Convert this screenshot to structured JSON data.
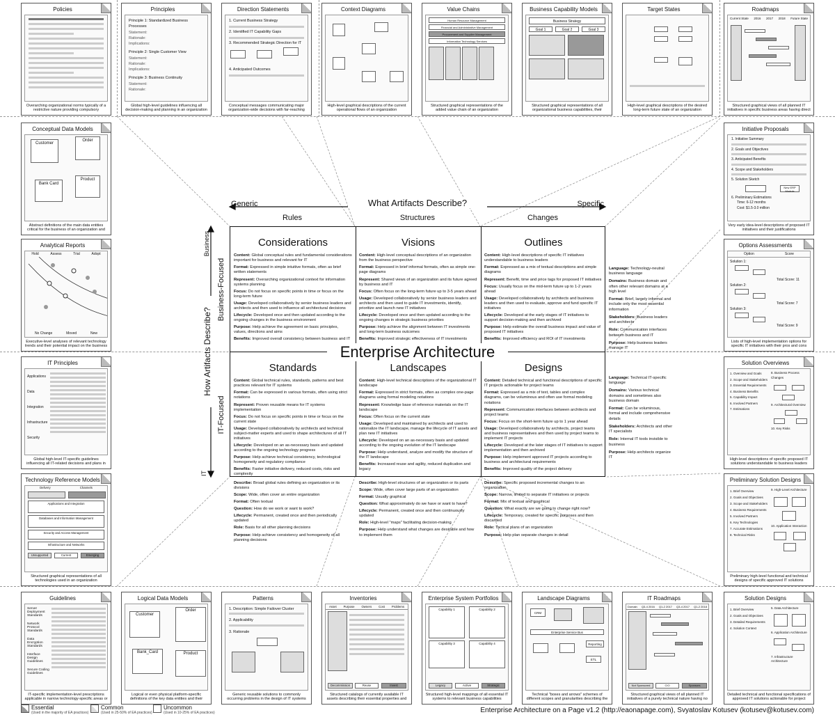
{
  "header": {
    "top_question": "What Artifacts Describe?",
    "generic": "Generic",
    "specific": "Specific",
    "rules": "Rules",
    "structures": "Structures",
    "changes": "Changes",
    "side_question": "How Artifacts Describe?",
    "business": "Business",
    "business_focused": "Business-Focused",
    "it_focused": "IT-Focused",
    "it": "IT"
  },
  "center_title": "Enterprise Architecture",
  "considerations": {
    "title": "Considerations",
    "content": "Global conceptual rules and fundamental considerations important for business and relevant for IT",
    "format": "Expressed in simple intuitive formats, often as brief written statements",
    "represent": "Overarching organizational context for information systems planning",
    "focus": "Do not focus on specific points in time or focus on the long-term future",
    "usage": "Developed collaboratively by senior business leaders and architects and then used to influence all architectural decisions",
    "lifecycle": "Developed once and then updated according to the ongoing changes in the business environment",
    "purpose": "Help achieve the agreement on basic principles, values, directions and aims",
    "benefits": "Improved overall consistency between business and IT"
  },
  "visions": {
    "title": "Visions",
    "content": "High-level conceptual descriptions of an organization from the business perspective",
    "format": "Expressed in brief informal formats, often as simple one-page diagrams",
    "represent": "Shared views of an organization and its future agreed by business and IT",
    "focus": "Often focus on the long-term future up to 3-5 years ahead",
    "usage": "Developed collaboratively by senior business leaders and architects and then used to guide IT investments, identify, prioritize and launch new IT initiatives",
    "lifecycle": "Developed once and then updated according to the ongoing changes in strategic business priorities",
    "purpose": "Help achieve the alignment between IT investments and long-term business outcomes",
    "benefits": "Improved strategic effectiveness of IT investments"
  },
  "outlines": {
    "title": "Outlines",
    "content": "High-level descriptions of specific IT initiatives understandable to business leaders",
    "format": "Expressed as a mix of textual descriptions and simple diagrams",
    "represent": "Benefit, time and price tags for proposed IT initiatives",
    "focus": "Usually focus on the mid-term future up to 1-2 years ahead",
    "usage": "Developed collaboratively by architects and business leaders and then used to evaluate, approve and fund specific IT initiatives",
    "lifecycle": "Developed at the early stages of IT initiatives to support decision-making and then archived",
    "purpose": "Help estimate the overall business impact and value of proposed IT initiatives",
    "benefits": "Improved efficiency and ROI of IT investments"
  },
  "standards": {
    "title": "Standards",
    "content": "Global technical rules, standards, patterns and best practices relevant for IT systems",
    "format": "Can be expressed in various formats, often using strict notations",
    "represent": "Proven reusable means for IT systems implementation",
    "focus": "Do not focus on specific points in time or focus on the current state",
    "usage": "Developed collaboratively by architects and technical subject-matter experts and used to shape architectures of all IT initiatives",
    "lifecycle": "Developed on an as-necessary basis and updated according to the ongoing technology progress",
    "purpose": "Help achieve technical consistency, technological homogeneity and regulatory compliance",
    "benefits": "Faster initiative delivery, reduced costs, risks and complexity"
  },
  "landscapes": {
    "title": "Landscapes",
    "content": "High-level technical descriptions of the organizational IT landscape",
    "format": "Expressed in strict formats, often as complex one-page diagrams using formal modeling notations",
    "represent": "Knowledge base of reference materials on the IT landscape",
    "focus": "Often focus on the current state",
    "usage": "Developed and maintained by architects and used to rationalize the IT landscape, manage the lifecycle of IT assets and plan new IT initiatives",
    "lifecycle": "Developed on an as-necessary basis and updated according to the ongoing evolution of the IT landscape",
    "purpose": "Help understand, analyze and modify the structure of the IT landscape",
    "benefits": "Increased reuse and agility, reduced duplication and legacy"
  },
  "designs": {
    "title": "Designs",
    "content": "Detailed technical and functional descriptions of specific IT projects actionable for project teams",
    "format": "Expressed as a mix of text, tables and complex diagrams, can be voluminous and often use formal modeling notations",
    "represent": "Communication interfaces between architects and project teams",
    "focus": "Focus on the short-term future up to 1 year ahead",
    "usage": "Developed collaboratively by architects, project teams and business representatives and then used by project teams to implement IT projects",
    "lifecycle": "Developed at the later stages of IT initiatives to support implementation and then archived",
    "purpose": "Help implement approved IT projects according to business and architectural requirements",
    "benefits": "Improved quality of the project delivery"
  },
  "rules_col": {
    "describe": "Broad global rules defining an organization or its divisions",
    "scope": "Wide, often cover an entire organization",
    "format": "Often textual",
    "question": "How do we work or want to work?",
    "lifecycle": "Permanent, created once and then periodically updated",
    "role": "Basis for all other planning decisions",
    "purpose": "Help achieve consistency and homogeneity of all planning decisions"
  },
  "structures_col": {
    "describe": "High-level structures of an organization or its parts",
    "scope": "Wide, often cover large parts of an organization",
    "format": "Usually graphical",
    "question": "What approximately do we have or want to have?",
    "lifecycle": "Permanent, created once and then continuously updated",
    "role": "High-level \"maps\" facilitating decision-making",
    "purpose": "Help understand what changes are desirable and how to implement them"
  },
  "changes_col": {
    "describe": "Specific proposed incremental changes to an organization",
    "scope": "Narrow, limited to separate IT initiatives or projects",
    "format": "Mix of textual and graphical",
    "question": "What exactly are we going to change right now?",
    "lifecycle": "Temporary, created for specific purposes and then discarded",
    "role": "Tactical plans of an organization",
    "purpose": "Help plan separate changes in detail"
  },
  "business_row": {
    "language": "Technology-neutral business language",
    "domains": "Business domain and often other relevant domains at a high level",
    "format": "Brief, largely informal and include only the most essential information",
    "stakeholders": "Business leaders and architects",
    "role": "Communication interfaces between business and IT",
    "purpose": "Help business leaders manage IT"
  },
  "it_row": {
    "language": "Technical IT-specific language",
    "domains": "Various technical domains and sometimes also business domain",
    "format": "Can be voluminous, formal and include comprehensive details",
    "stakeholders": "Architects and other IT specialists",
    "role": "Internal IT tools invisible to business",
    "purpose": "Help architects organize IT"
  },
  "cards": {
    "policies": {
      "title": "Policies",
      "desc": "Overarching organizational norms typically of a restrictive nature providing compulsory prescriptions in certain areas"
    },
    "principles": {
      "title": "Principles",
      "desc": "Global high-level guidelines influencing all decision-making and planning in an organization",
      "p1": "Principle 1: Standardized Business Processes",
      "p2": "Principle 2: Single Customer View",
      "p3": "Principle 3: Business Continuity",
      "statement": "Statement:",
      "rationale": "Rationale:",
      "implications": "Implications:"
    },
    "direction": {
      "title": "Direction Statements",
      "desc": "Conceptual messages communicating major organization-wide decisions with far-reaching consequences",
      "d1": "1. Current Business Strategy",
      "d2": "2. Identified IT Capability Gaps",
      "d3": "3. Recommended Strategic Direction for IT",
      "d4": "4. Anticipated Outcomes"
    },
    "context": {
      "title": "Context Diagrams",
      "desc": "High-level graphical descriptions of the current operational flows of an organization"
    },
    "value_chains": {
      "title": "Value Chains",
      "desc": "Structured graphical representations of the added value chain of an organization",
      "hrm": "Human Resource Management",
      "fam": "Financial and Administrative Management",
      "psm": "Procurement and Supplier Management",
      "its": "Information Technology Services"
    },
    "capability": {
      "title": "Business Capability Models",
      "desc": "Structured graphical representations of all organizational business capabilities, their relationship and hierarchy",
      "strategy": "Business Strategy",
      "g1": "Goal 1",
      "g2": "Goal 2",
      "g3": "Goal 3"
    },
    "target": {
      "title": "Target States",
      "desc": "High-level graphical descriptions of the desired long-term future state of an organization"
    },
    "roadmaps": {
      "title": "Roadmaps",
      "desc": "Structured graphical views of all planned IT initiatives in specific business areas having direct business value",
      "current": "Current State",
      "y2016": "2016",
      "y2017": "2017",
      "y2018": "2018",
      "future": "Future State"
    },
    "conceptual": {
      "title": "Conceptual Data Models",
      "desc": "Abstract definitions of the main data entities critical for the business of an organization and their relationship",
      "customer": "Customer",
      "order": "Order",
      "bank_card": "Bank Card",
      "product": "Product"
    },
    "initiative": {
      "title": "Initiative Proposals",
      "desc": "Very early idea-level descriptions of proposed IT initiatives and their justifications",
      "i1": "1. Initiative Summary",
      "i2": "2. Goals and Objectives",
      "i3": "3. Anticipated Benefits",
      "i4": "4. Scope and Stakeholders",
      "i5": "5. Solution Sketch",
      "i6": "6. Preliminary Estimations",
      "time": "Time: 6-12 months",
      "cost": "Cost: $1.5-3.0 million",
      "new_erp": "New ERP Module"
    },
    "analytical": {
      "title": "Analytical Reports",
      "desc": "Executive-level analyses of relevant technology trends and their potential impact on the business of an organization",
      "hold": "Hold",
      "assess": "Assess",
      "trial": "Trial",
      "adopt": "Adopt",
      "no_change": "No Change",
      "moved": "Moved",
      "new": "New"
    },
    "options": {
      "title": "Options Assessments",
      "desc": "Lists of high-level implementation options for specific IT initiatives with their pros and cons",
      "option": "Option",
      "score": "Score",
      "s1": "Solution 1:",
      "s2": "Solution 2:",
      "s3": "Solution 3:",
      "sc1": "Total Score: 11",
      "sc2": "Total Score: 7",
      "sc3": "Total Score: 9"
    },
    "it_principles": {
      "title": "IT Principles",
      "desc": "Global high-level IT-specific guidelines influencing all IT-related decisions and plans in an organization",
      "applications": "Applications",
      "data": "Data",
      "integration": "Integration",
      "infrastructure": "Infrastructure",
      "security": "Security"
    },
    "solution_overviews": {
      "title": "Solution Overviews",
      "desc": "High-level descriptions of specific proposed IT solutions understandable to business leaders",
      "o1": "1. Overview and Goals",
      "o2": "2. Scope and Stakeholders",
      "o3": "3. Essential Requirements",
      "o4": "4. Business Benefits",
      "o5": "5. Capability Impact",
      "o6": "6. Involved Partners",
      "o7": "7. Estimations",
      "o8": "8. Business Process Changes",
      "o9": "9. Architectural Overview",
      "o10": "10. Key Risks"
    },
    "tech_ref": {
      "title": "Technology Reference Models",
      "desc": "Structured graphical representations of all technologies used in an organization",
      "delivery": "Delivery",
      "channels": "Channels",
      "apps": "Applications and Integration",
      "dbs": "Databases and Information Management",
      "sec": "Security and Access Management",
      "infra": "Infrastructure and Networks",
      "unsupported": "Unsupported",
      "current_tag": "Current",
      "emerging": "Emerging"
    },
    "prelim": {
      "title": "Preliminary Solution Designs",
      "desc": "Preliminary high-level functional and technical designs of specific approved IT solutions",
      "p1": "1. Brief Overview",
      "p2": "2. Goals and Objectives",
      "p3": "3. Scope and Stakeholders",
      "p4": "4. Business Requirements",
      "p5": "5. Involved Partners",
      "p6": "6. Key Technologies",
      "p7": "7. Accurate Estimations",
      "p8": "8. Technical Risks",
      "p9": "9. High-Level Architecture",
      "p10": "10. Application Interaction"
    },
    "guidelines": {
      "title": "Guidelines",
      "desc": "IT-specific implementation-level prescriptions applicable in narrow technology-specific areas or domains",
      "server": "Server Deployment Standards",
      "network": "Network Protocol Standards",
      "encryption": "Data Encryption Standards",
      "interface": "Interface Design Guidelines",
      "coding": "Secure Coding Guidelines"
    },
    "logical": {
      "title": "Logical Data Models",
      "desc": "Logical or even physical platform-specific definitions of the key data entities and their relationship",
      "customer": "Customer",
      "order": "Order",
      "bank_card": "Bank_Card",
      "product": "Product"
    },
    "patterns": {
      "title": "Patterns",
      "desc": "Generic reusable solutions to commonly occurring problems in the design of IT systems",
      "p1": "1. Description: Simple Failover Cluster",
      "p2": "2. Applicability",
      "p3": "3. Rationale"
    },
    "inventories": {
      "title": "Inventories",
      "desc": "Structured catalogs of currently available IT assets describing their essential properties and features",
      "asset": "Asset",
      "purpose": "Purpose",
      "owners": "Owners",
      "cost": "Cost",
      "problems": "Problems",
      "decommission": "Decommission",
      "reuse": "Reuse",
      "invest": "Invest"
    },
    "portfolios": {
      "title": "Enterprise System Portfolios",
      "desc": "Structured high-level mappings of all essential IT systems to relevant business capabilities",
      "c1": "Capability 1",
      "c2": "Capability 2",
      "c3": "Capability 3",
      "c4": "Capability 4",
      "legacy": "Legacy",
      "active": "Active",
      "strategic": "Strategic"
    },
    "landscape_diagrams": {
      "title": "Landscape Diagrams",
      "desc": "Technical \"boxes and arrows\" schemes of different scopes and granularities describing the organizational IT landscape",
      "crm": "CRM",
      "esb": "Enterprise Service Bus",
      "reporting": "Reporting",
      "etl": "ETL"
    },
    "it_roadmaps": {
      "title": "IT Roadmaps",
      "desc": "Structured graphical views of all planned IT initiatives of a purely technical nature having no visible business impact",
      "domain": "Domain",
      "q1": "Q3-4 2016",
      "q2": "Q1-2 2017",
      "q3": "Q3-4 2017",
      "q4": "Q1-2 2018",
      "not_sponsored": "Not Sponsored",
      "ciO": "CIO",
      "sponsors": "Sponsors"
    },
    "solution_designs": {
      "title": "Solution Designs",
      "desc": "Detailed technical and functional specifications of approved IT solutions actionable for project teams",
      "d1": "1. Brief Overview",
      "d2": "2. Goals and Objectives",
      "d3": "3. Detailed Requirements",
      "d4": "4. Solution Context",
      "d5": "5. Data Architecture",
      "d6": "6. Application Architecture",
      "d7": "7. Infrastructure Architecture"
    }
  },
  "legend": {
    "essential": "Essential",
    "essential_sub": "(Used in the majority of EA practices)",
    "common": "Common",
    "common_sub": "(Used in 25-50% of EA practices)",
    "uncommon": "Uncommon",
    "uncommon_sub": "(Used in 10-25% of EA practices)"
  },
  "footer": "Enterprise Architecture on a Page v1.2 (http://eaonapage.com), Svyatoslav Kotusev (kotusev@kotusev.com)"
}
